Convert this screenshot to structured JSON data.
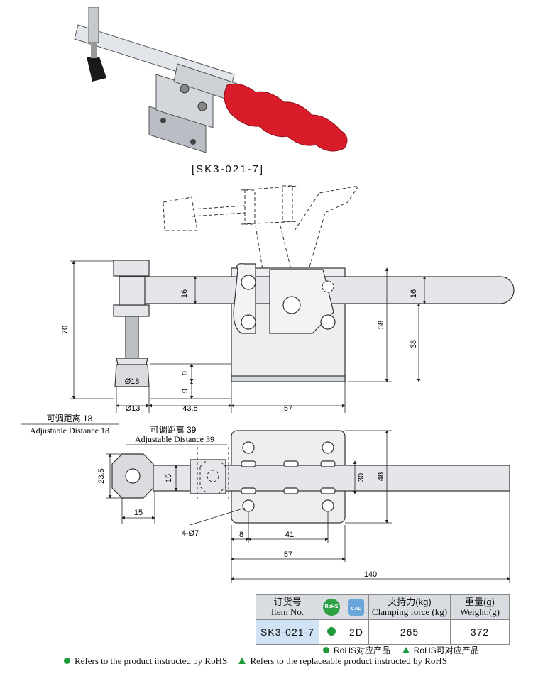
{
  "product": {
    "model_caption": "[SK3-021-7]"
  },
  "dims": {
    "d16a": "16",
    "d16b": "16",
    "d70": "70",
    "d58": "58",
    "d38": "38",
    "d9a": "9",
    "d9b": "9",
    "d18": "Ø18",
    "d13": "Ø13",
    "d43_5": "43.5",
    "d57a": "57",
    "adj18_cn": "可调距离 18",
    "adj18_en": "Adjustable Distance 18",
    "adj39_cn": "可调距离 39",
    "adj39_en": "Adjustable Distance 39",
    "d23_5": "23.5",
    "d15a": "15",
    "d15b": "15",
    "d30": "30",
    "d48": "48",
    "hole": "4-Ø7",
    "d8": "8",
    "d41": "41",
    "d57b": "57",
    "d140": "140"
  },
  "table": {
    "item_no_cn": "订货号",
    "item_no_en": "Item No.",
    "rohs_icon_text": "RoHS",
    "cad_icon_text": "CAD",
    "clamp_cn": "夹持力(kg)",
    "clamp_en": "Clamping force (kg)",
    "weight_cn": "重量(g)",
    "weight_en": "Weight:(g)",
    "row": {
      "item": "SK3-021-7",
      "cad": "2D",
      "clamp": "265",
      "weight": "372"
    }
  },
  "legend": {
    "rohs_cn": "RoHS对应产品",
    "replace_cn": "RoHS可对应产品",
    "rohs_en": "Refers to the product instructed by RoHS",
    "replace_en": "Refers to the replaceable product instructed by RoHS"
  },
  "colors": {
    "handle_red": "#d91c2a",
    "metal": "#c8ccd2",
    "rohs_green": "#1f9a3a",
    "item_cell_blue": "#cfe3f4"
  }
}
